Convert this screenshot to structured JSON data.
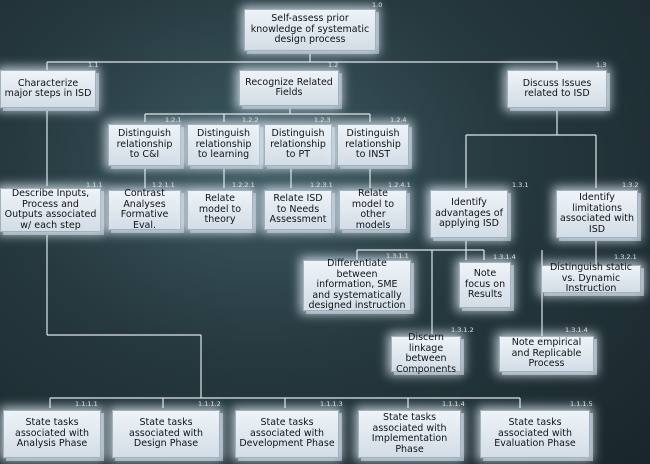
{
  "nodes": {
    "n1_0": {
      "num": "1.0",
      "label": "Self-assess prior knowledge of systematic design process"
    },
    "n1_1": {
      "num": "1.1",
      "label": "Characterize major steps in ISD"
    },
    "n1_2": {
      "num": "1.2",
      "label": "Recognize Related Fields"
    },
    "n1_3": {
      "num": "1.3",
      "label": "Discuss Issues related to ISD"
    },
    "n1_2_1": {
      "num": "1.2.1",
      "label": "Distinguish relationship to C&I"
    },
    "n1_2_2": {
      "num": "1.2.2",
      "label": "Distinguish relationship to learning"
    },
    "n1_2_3": {
      "num": "1.2.3",
      "label": "Distinguish relationship to PT"
    },
    "n1_2_4": {
      "num": "1.2.4",
      "label": "Distinguish relationship to INST"
    },
    "n1_1_1": {
      "num": "1.1.1",
      "label": "Describe Inputs, Process and Outputs associated w/ each step"
    },
    "n1_2_1_1": {
      "num": "1.2.1.1",
      "label": "Contrast Analyses Formative Eval."
    },
    "n1_2_2_1": {
      "num": "1.2.2.1",
      "label": "Relate model to theory"
    },
    "n1_2_3_1": {
      "num": "1.2.3.1",
      "label": "Relate ISD to Needs Assessment"
    },
    "n1_2_4_1": {
      "num": "1.2.4.1",
      "label": "Relate model to other models"
    },
    "n1_3_1": {
      "num": "1.3.1",
      "label": "Identify advantages of applying ISD"
    },
    "n1_3_2": {
      "num": "1.3.2",
      "label": "Identify limitations associated with ISD"
    },
    "n1_3_1_1": {
      "num": "1.3.1.1",
      "label": "Differentiate between information, SME and systematically designed instruction"
    },
    "n1_3_1_4a": {
      "num": "1.3.1.4",
      "label": "Note focus on Results"
    },
    "n1_3_2_1": {
      "num": "1.3.2.1",
      "label": "Distinguish static vs. Dynamic Instruction"
    },
    "n1_3_1_2": {
      "num": "1.3.1.2",
      "label": "Discern linkage between Components"
    },
    "n1_3_1_4b": {
      "num": "1.3.1.4",
      "label": "Note empirical and Replicable Process"
    },
    "n1_1_1_1": {
      "num": "1.1.1.1",
      "label": "State tasks associated with Analysis Phase"
    },
    "n1_1_1_2": {
      "num": "1.1.1.2",
      "label": "State tasks associated with Design Phase"
    },
    "n1_1_1_3": {
      "num": "1.1.1.3",
      "label": "State tasks associated with Development Phase"
    },
    "n1_1_1_4": {
      "num": "1.1.1.4",
      "label": "State tasks associated with Implementation Phase"
    },
    "n1_1_1_5": {
      "num": "1.1.1.5",
      "label": "State tasks associated with Evaluation Phase"
    }
  }
}
